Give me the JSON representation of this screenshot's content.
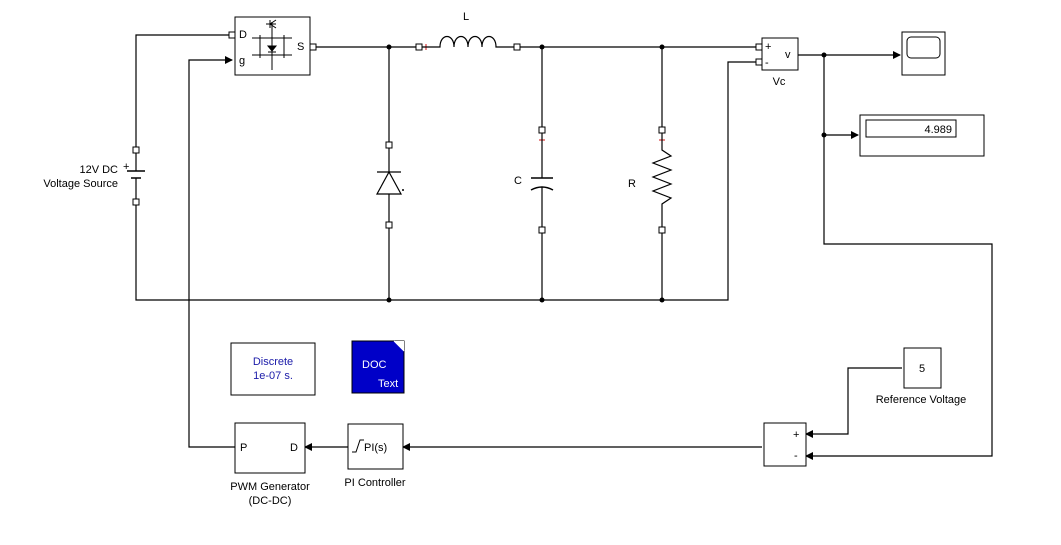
{
  "diagram": {
    "source": {
      "line1": "12V DC",
      "line2": "Voltage Source",
      "plus": "+"
    },
    "mosfet": {
      "port_d": "D",
      "port_g": "g",
      "port_s": "S"
    },
    "inductor": {
      "label": "L"
    },
    "capacitor": {
      "label": "C"
    },
    "resistor": {
      "label": "R"
    },
    "voltmeter": {
      "label": "Vc",
      "out": "v",
      "plus": "+",
      "minus": "-"
    },
    "display": {
      "value": "4.989"
    },
    "powergui": {
      "line1": "Discrete",
      "line2": "1e-07 s."
    },
    "doc_block": {
      "line1": "DOC",
      "line2": "Text"
    },
    "reference": {
      "value": "5",
      "label": "Reference Voltage"
    },
    "sum": {
      "plus": "+",
      "minus": "-"
    },
    "pi": {
      "text": "PI(s)",
      "label": "PI Controller"
    },
    "pwm": {
      "port_p": "P",
      "port_d": "D",
      "line1": "PWM Generator",
      "line2": "(DC-DC)"
    }
  },
  "colors": {
    "wire": "#000000",
    "doc_fill": "#0000c8",
    "powergui_text": "#1a1aa8",
    "port_red": "#d01010"
  }
}
